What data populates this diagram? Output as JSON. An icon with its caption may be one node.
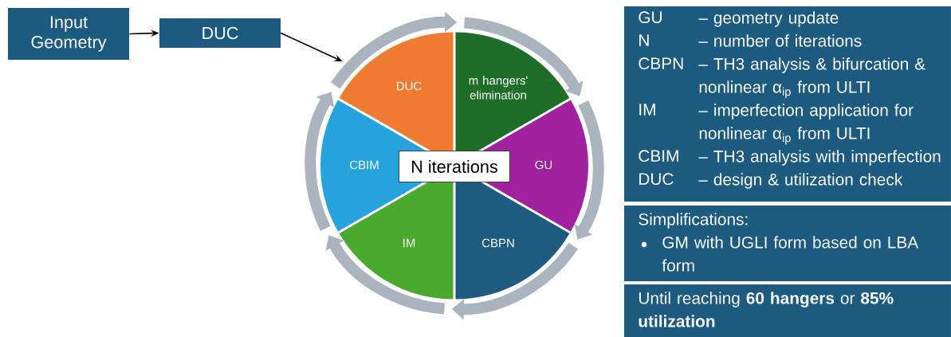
{
  "diagram": {
    "nodes": [
      {
        "text": [
          "Input Geometry"
        ]
      },
      {
        "text": [
          "DUC"
        ]
      },
      {
        "text": [
          "DUC"
        ]
      },
      {
        "text": [
          "m hangers' elimination"
        ]
      },
      {
        "text": [
          "GU"
        ]
      },
      {
        "text": [
          "CBPN"
        ]
      },
      {
        "text": [
          "IM"
        ]
      },
      {
        "text": [
          "CBIM"
        ]
      },
      {
        "text": [
          "N iterations"
        ]
      },
      {
        "text": [
          "GU",
          "– geometry update",
          "N",
          "– number of iterations",
          "CBPN",
          "– TH3 analysis & bifurcation & nonlinear α$_{ip}$ from ULTI",
          "IM",
          "– imperfection application for nonlinear α$_{ip}$ from ULTI",
          "CBIM",
          "– TH3 analysis with imperfection",
          "DUC",
          "– design & utilization check"
        ]
      },
      {
        "text": [
          "Simplifications:",
          "GM with UGLI form based on LBA form"
        ]
      },
      {
        "text": [
          "Until reaching **60 hangers** or **85% utilization**"
        ]
      }
    ],
    "edges": [
      {
        "from": 0,
        "to": 1,
        "arrow": "to",
        "color": "#000000"
      },
      {
        "from": 1,
        "to": 2,
        "arrow": "to",
        "color": "#000000"
      },
      {
        "from": 2,
        "to": 3,
        "arrow": "to"
      },
      {
        "from": 3,
        "to": 4,
        "arrow": "to"
      },
      {
        "from": 4,
        "to": 5,
        "arrow": "to"
      },
      {
        "from": 5,
        "to": 6,
        "arrow": "to"
      },
      {
        "from": 6,
        "to": 7,
        "arrow": "to"
      },
      {
        "from": 7,
        "to": 2,
        "arrow": "to"
      }
    ]
  }
}
